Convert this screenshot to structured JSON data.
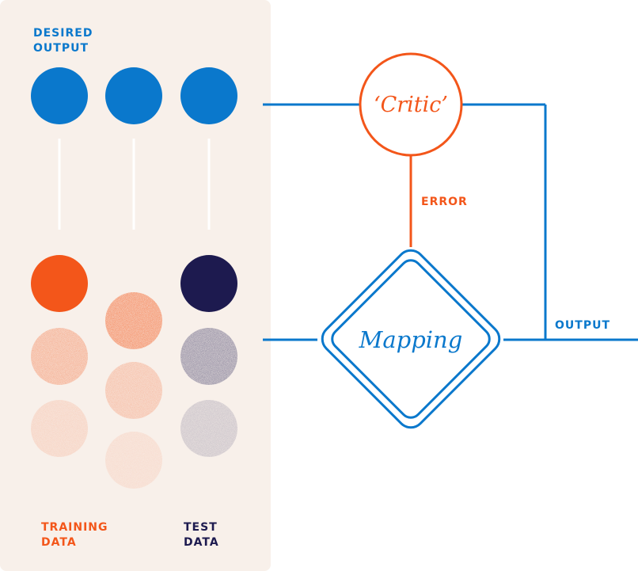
{
  "labels": {
    "desired_output": [
      "DESIRED",
      "OUTPUT"
    ],
    "training_data": [
      "TRAINING",
      "DATA"
    ],
    "test_data": [
      "TEST",
      "DATA"
    ],
    "error": "ERROR",
    "output": "OUTPUT"
  },
  "nodes": {
    "critic": "‘Critic’",
    "mapping": "Mapping"
  },
  "colors": {
    "blue": "#0a78cc",
    "orange": "#f3561a",
    "navy": "#1d1a4f",
    "panel": "#f8f0ea",
    "connector_light": "#ffffff"
  },
  "desired_output_dots": 3,
  "training_data_columns": [
    {
      "opacity_levels": [
        1.0,
        0.6,
        0.25
      ]
    },
    {
      "opacity_levels": [
        0.85,
        0.45,
        0.18
      ]
    }
  ],
  "test_data_column": {
    "opacity_levels": [
      1.0,
      0.65,
      0.3
    ]
  }
}
